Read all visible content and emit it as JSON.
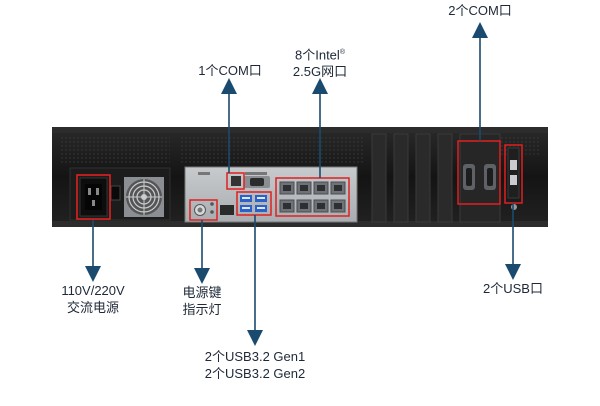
{
  "labels": {
    "com2_top": "2个COM口",
    "com1": "1个COM口",
    "lan_line1": "8个Intel",
    "lan_registered": "®",
    "lan_line2": "2.5G网口",
    "power_line1": "110V/220V",
    "power_line2": "交流电源",
    "button_line1": "电源键",
    "button_line2": "指示灯",
    "usb_gen_line1": "2个USB3.2 Gen1",
    "usb_gen_line2": "2个USB3.2 Gen2",
    "usb_right": "2个USB口"
  },
  "colors": {
    "arrow": "#1a4a6e",
    "highlight": "#e02020",
    "chassis": "#161616",
    "panel": "#b9bcc0",
    "usb_blue": "#2a62c9",
    "lan_port": "#6f7378"
  },
  "icons": {
    "fan": "fan-grille-icon",
    "power_inlet": "power-inlet-icon",
    "arrow": "arrow-icon"
  }
}
